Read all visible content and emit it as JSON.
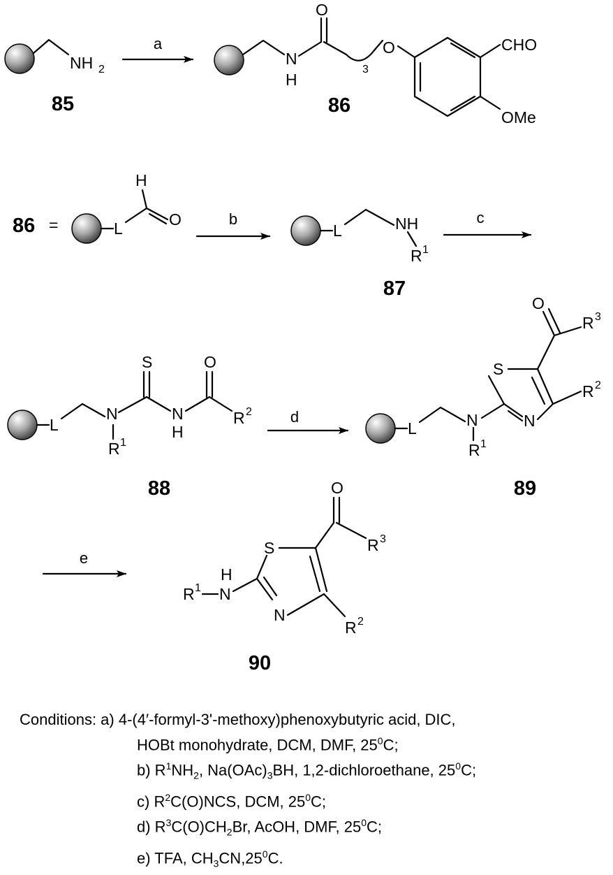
{
  "compounds": {
    "c85": "85",
    "c86": "86",
    "c86_eq": "86",
    "c87": "87",
    "c88": "88",
    "c89": "89",
    "c90": "90"
  },
  "steps": {
    "a": "a",
    "b": "b",
    "c": "c",
    "d": "d",
    "e": "e"
  },
  "atoms": {
    "NH": "NH",
    "N": "N",
    "H": "H",
    "O": "O",
    "S": "S",
    "L": "L",
    "R": "R",
    "CHO": "CHO",
    "OMe": "OMe",
    "sub2": "2",
    "sub3": "3",
    "sup1": "1",
    "sup2": "2",
    "sup3": "3",
    "equals": "="
  },
  "conditions": {
    "lead": "Conditions: a) 4-(4′-formyl-3'-methoxy)phenoxybutyric acid, DIC,",
    "a_cont": "HOBt monohydrate, DCM, DMF, 25",
    "a_tail": "C;",
    "b_pre": "b) R",
    "b_mid1": "NH",
    "b_mid2": ", Na(OAc)",
    "b_mid3": "BH, 1,2-dichloroethane, 25",
    "b_tail": "C;",
    "c_pre": "c) R",
    "c_mid": "C(O)NCS, DCM, 25",
    "c_tail": "C;",
    "d_pre": "d) R",
    "d_mid1": "C(O)CH",
    "d_mid2": "Br, AcOH, DMF, 25",
    "d_tail": "C;",
    "e_pre": "e) TFA, CH",
    "e_mid": "CN,25",
    "e_tail": "C.",
    "zero": "0",
    "one": "1",
    "two": "2",
    "three": "3"
  }
}
